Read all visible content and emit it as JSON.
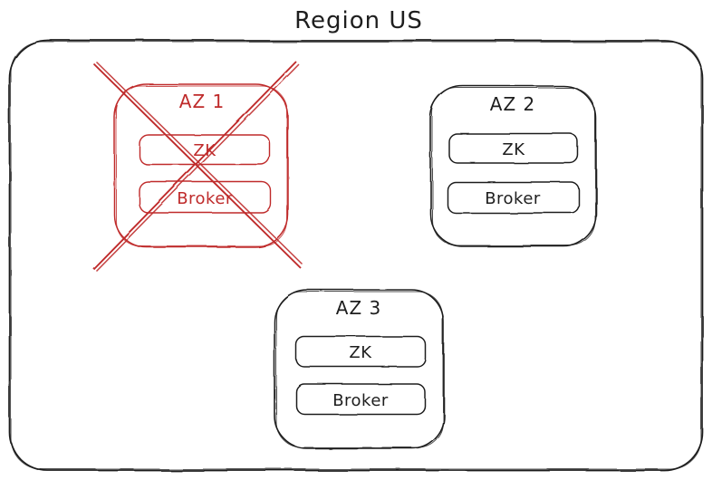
{
  "diagram": {
    "title": "Region US",
    "colors": {
      "stroke": "#1e1e1e",
      "failed": "#bf2b2b",
      "background": "#ffffff"
    },
    "zones": [
      {
        "label": "AZ 1",
        "status": "failed",
        "crossed_out": true,
        "nodes": [
          {
            "label": "ZK"
          },
          {
            "label": "Broker"
          }
        ]
      },
      {
        "label": "AZ 2",
        "status": "healthy",
        "crossed_out": false,
        "nodes": [
          {
            "label": "ZK"
          },
          {
            "label": "Broker"
          }
        ]
      },
      {
        "label": "AZ 3",
        "status": "healthy",
        "crossed_out": false,
        "nodes": [
          {
            "label": "ZK"
          },
          {
            "label": "Broker"
          }
        ]
      }
    ]
  }
}
